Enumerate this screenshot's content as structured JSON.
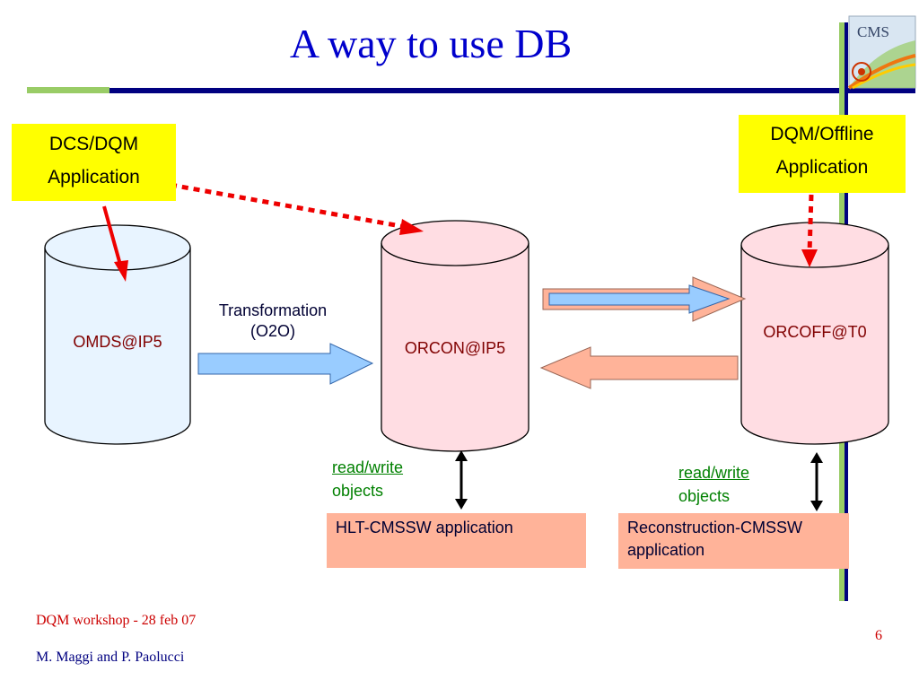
{
  "slide": {
    "title": "A way to use DB",
    "page_number": "6"
  },
  "apps": {
    "dcs_dqm": {
      "line1": "DCS/DQM",
      "line2": "Application"
    },
    "dqm_offline": {
      "line1": "DQM/Offline",
      "line2": "Application"
    }
  },
  "databases": {
    "omds": "OMDS@IP5",
    "orcon": "ORCON@IP5",
    "orcoff": "ORCOFF@T0"
  },
  "transformation": {
    "line1": "Transformation",
    "line2": "(O2O)"
  },
  "read_write": {
    "left": {
      "line1": "read/write",
      "line2": "objects"
    },
    "right": {
      "line1": "read/write",
      "line2": "objects"
    }
  },
  "cmssw_apps": {
    "hlt": "HLT-CMSSW application",
    "reco_line1": "Reconstruction-CMSSW",
    "reco_line2": "application"
  },
  "footer": {
    "event": "DQM workshop - 28 feb 07",
    "authors": "M. Maggi and P. Paolucci"
  },
  "logo": {
    "text": "CMS"
  },
  "colors": {
    "title": "#0000cc",
    "header_bar_dark": "#000080",
    "header_bar_green": "#99cc66",
    "db_blue_fill": "#e8f4ff",
    "db_pink_fill": "#ffdde3",
    "app_yellow": "#ffff00",
    "app_salmon": "#ffb399",
    "arrow_red": "#ee0000",
    "arrow_blue": "#99ccff",
    "arrow_salmon": "#ffb399",
    "db_label": "#800000",
    "rw_green": "#008000",
    "footer_red": "#cc0000",
    "footer_navy": "#000080"
  }
}
